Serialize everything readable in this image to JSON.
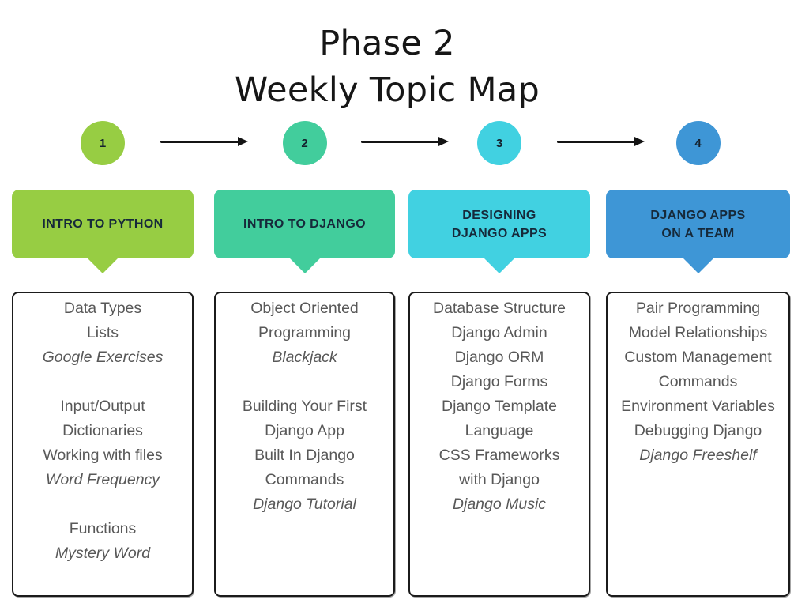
{
  "title": {
    "line1": "Phase 2",
    "line2": "Weekly Topic Map"
  },
  "columns": [
    {
      "number": "1",
      "accent_color": "#97cd43",
      "header_lines": [
        "INTRO TO PYTHON"
      ],
      "items": [
        {
          "text": "Data Types",
          "italic": false
        },
        {
          "text": "Lists",
          "italic": false
        },
        {
          "text": "Google Exercises",
          "italic": true
        },
        {
          "text": "",
          "italic": false
        },
        {
          "text": "Input/Output",
          "italic": false
        },
        {
          "text": "Dictionaries",
          "italic": false
        },
        {
          "text": "Working with files",
          "italic": false
        },
        {
          "text": "Word Frequency",
          "italic": true
        },
        {
          "text": "",
          "italic": false
        },
        {
          "text": "Functions",
          "italic": false
        },
        {
          "text": "Mystery Word",
          "italic": true
        }
      ]
    },
    {
      "number": "2",
      "accent_color": "#42cd9c",
      "header_lines": [
        "INTRO TO DJANGO"
      ],
      "items": [
        {
          "text": "Object Oriented",
          "italic": false
        },
        {
          "text": "Programming",
          "italic": false
        },
        {
          "text": "Blackjack",
          "italic": true
        },
        {
          "text": "",
          "italic": false
        },
        {
          "text": "Building Your First",
          "italic": false
        },
        {
          "text": "Django App",
          "italic": false
        },
        {
          "text": "Built In Django",
          "italic": false
        },
        {
          "text": "Commands",
          "italic": false
        },
        {
          "text": "Django Tutorial",
          "italic": true
        }
      ]
    },
    {
      "number": "3",
      "accent_color": "#41d1e1",
      "header_lines": [
        "DESIGNING",
        "DJANGO APPS"
      ],
      "items": [
        {
          "text": "Database Structure",
          "italic": false
        },
        {
          "text": "Django Admin",
          "italic": false
        },
        {
          "text": "Django ORM",
          "italic": false
        },
        {
          "text": "Django Forms",
          "italic": false
        },
        {
          "text": "Django Template",
          "italic": false
        },
        {
          "text": "Language",
          "italic": false
        },
        {
          "text": "CSS Frameworks",
          "italic": false
        },
        {
          "text": "with Django",
          "italic": false
        },
        {
          "text": "Django Music",
          "italic": true
        }
      ]
    },
    {
      "number": "4",
      "accent_color": "#3e96d6",
      "header_lines": [
        "DJANGO APPS",
        "ON A TEAM"
      ],
      "items": [
        {
          "text": "Pair Programming",
          "italic": false
        },
        {
          "text": "Model Relationships",
          "italic": false
        },
        {
          "text": "Custom Management",
          "italic": false
        },
        {
          "text": "Commands",
          "italic": false
        },
        {
          "text": "Environment Variables",
          "italic": false
        },
        {
          "text": "Debugging Django",
          "italic": false
        },
        {
          "text": "Django Freeshelf",
          "italic": true
        }
      ]
    }
  ]
}
